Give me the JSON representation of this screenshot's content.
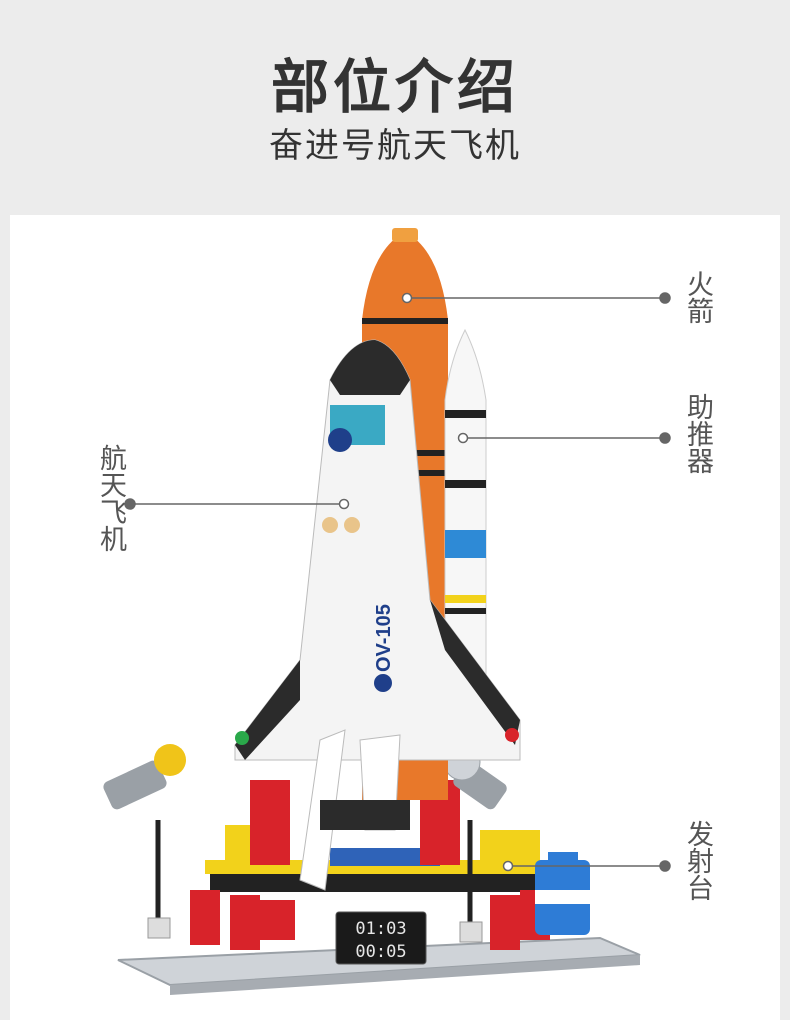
{
  "header": {
    "title": "部位介绍",
    "subtitle": "奋进号航天飞机"
  },
  "product": {
    "badge": "OV-105",
    "clock_top": "01:03",
    "clock_bottom": "00:05"
  },
  "callouts": {
    "rocket": "火箭",
    "booster": "助推器",
    "shuttle": "航天飞机",
    "launch_pad": "发射台"
  }
}
